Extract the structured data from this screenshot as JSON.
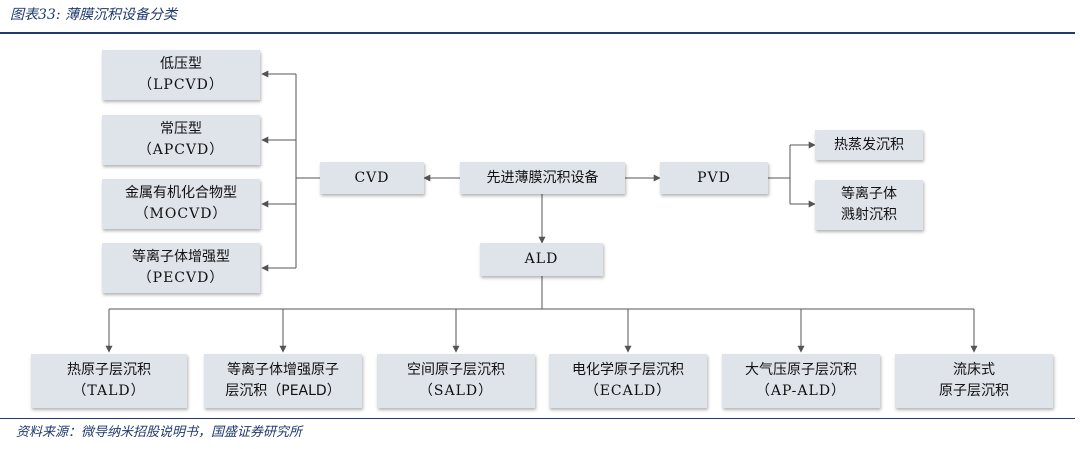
{
  "title": "图表33:  薄膜沉积设备分类",
  "source": "资料来源：微导纳米招股说明书，国盛证券研究所",
  "nodes": {
    "root": "先进薄膜沉积设备",
    "cvd": "CVD",
    "pvd": "PVD",
    "ald": "ALD",
    "lpcvd": [
      "低压型",
      "（LPCVD）"
    ],
    "apcvd": [
      "常压型",
      "（APCVD）"
    ],
    "mocvd": [
      "金属有机化合物型",
      "（MOCVD）"
    ],
    "pecvd": [
      "等离子体增强型",
      "（PECVD）"
    ],
    "thermal_evap": [
      "热蒸发沉积"
    ],
    "sputter": [
      "等离子体",
      "溅射沉积"
    ],
    "tald": [
      "热原子层沉积",
      "（TALD）"
    ],
    "peald": [
      "等离子体增强原子",
      "层沉积（PEALD）"
    ],
    "sald": [
      "空间原子层沉积",
      "（SALD）"
    ],
    "ecald": [
      "电化学原子层沉积",
      "（ECALD）"
    ],
    "apald": [
      "大气压原子层沉积",
      "（AP-ALD）"
    ],
    "fluid": [
      "流床式",
      "原子层沉积"
    ]
  },
  "colors": {
    "accent": "#1f3a6e",
    "box": "#dfe3ea",
    "line": "#555555"
  }
}
